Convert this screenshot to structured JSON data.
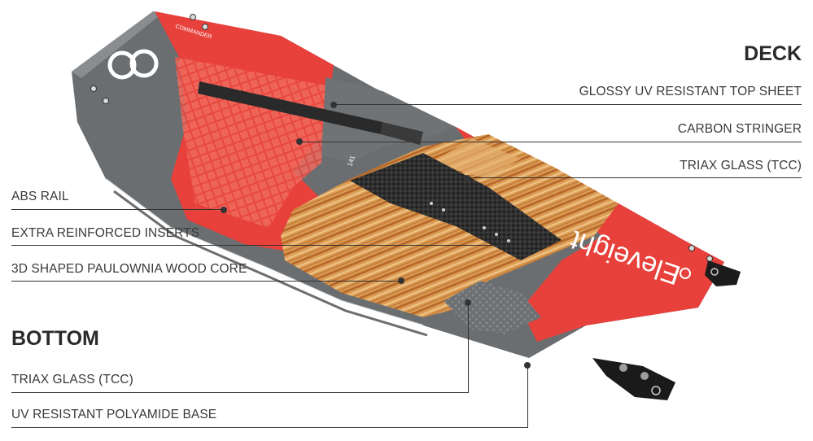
{
  "headings": {
    "deck": "DECK",
    "bottom": "BOTTOM"
  },
  "deck_layers": [
    "GLOSSY UV RESISTANT TOP SHEET",
    "CARBON STRINGER",
    "TRIAX GLASS (TCC)"
  ],
  "side_layers": [
    "ABS RAIL",
    "EXTRA REINFORCED INSERTS",
    "3D SHAPED PAULOWNIA WOOD CORE"
  ],
  "bottom_layers": [
    "TRIAX GLASS (TCC)",
    "UV RESISTANT POLYAMIDE BASE"
  ],
  "board_printing": {
    "brand": "Eleveight",
    "model": "COMMANDER",
    "size": "141"
  },
  "colors": {
    "red": "#e8403a",
    "grey": "#6b6e71",
    "wood": "#d9984f",
    "carbon": "#2a2a2a"
  }
}
